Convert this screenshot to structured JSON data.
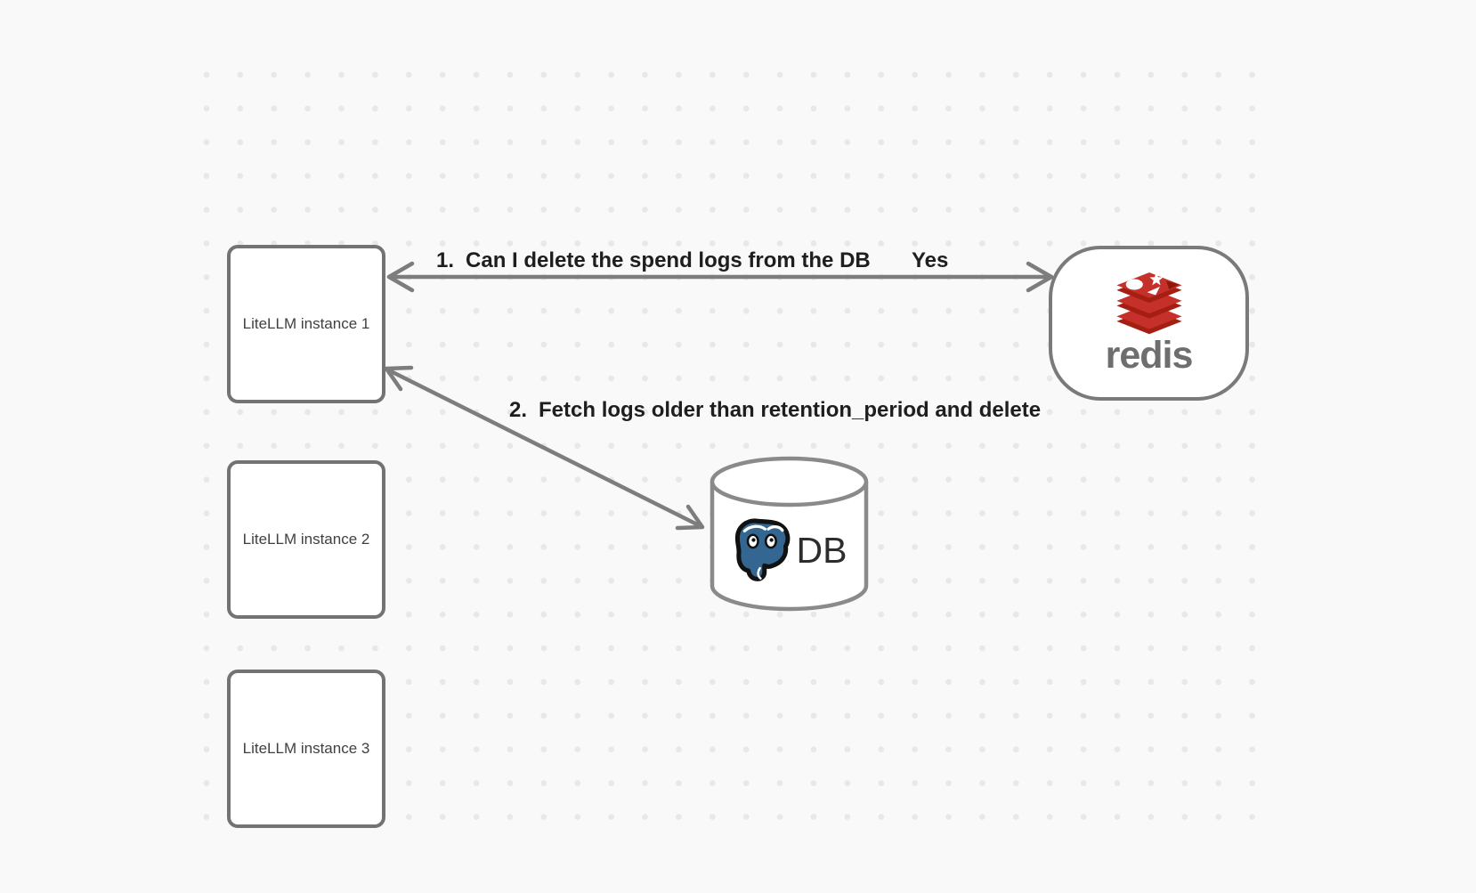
{
  "canvas": {
    "background_color": "#f9f9f9",
    "dot_color": "#e8e8e8"
  },
  "nodes": {
    "instance1": {
      "label": "LiteLLM instance 1"
    },
    "instance2": {
      "label": "LiteLLM instance 2"
    },
    "instance3": {
      "label": "LiteLLM instance 3"
    },
    "redis": {
      "label": "redis"
    },
    "db": {
      "label": "DB"
    }
  },
  "edges": {
    "edge1": {
      "number": "1.",
      "text": "Can I delete the spend logs from the DB",
      "response": "Yes",
      "from": "redis",
      "to": "instance1",
      "style": "double-headed-arrow"
    },
    "edge2": {
      "number": "2.",
      "text": "Fetch logs older than retention_period and delete",
      "from": "instance1",
      "to": "db",
      "style": "double-headed-arrow"
    }
  },
  "colors": {
    "arrow": "#7d7d7d",
    "node_border": "#737373",
    "label_text": "#1e1e1e",
    "redis_red": "#c6302b",
    "redis_dark_red": "#a41e11",
    "postgres_blue": "#336791"
  },
  "icons": {
    "redis_logo": "redis-stacked-cushions-logo",
    "postgres_logo": "postgresql-elephant-logo"
  }
}
